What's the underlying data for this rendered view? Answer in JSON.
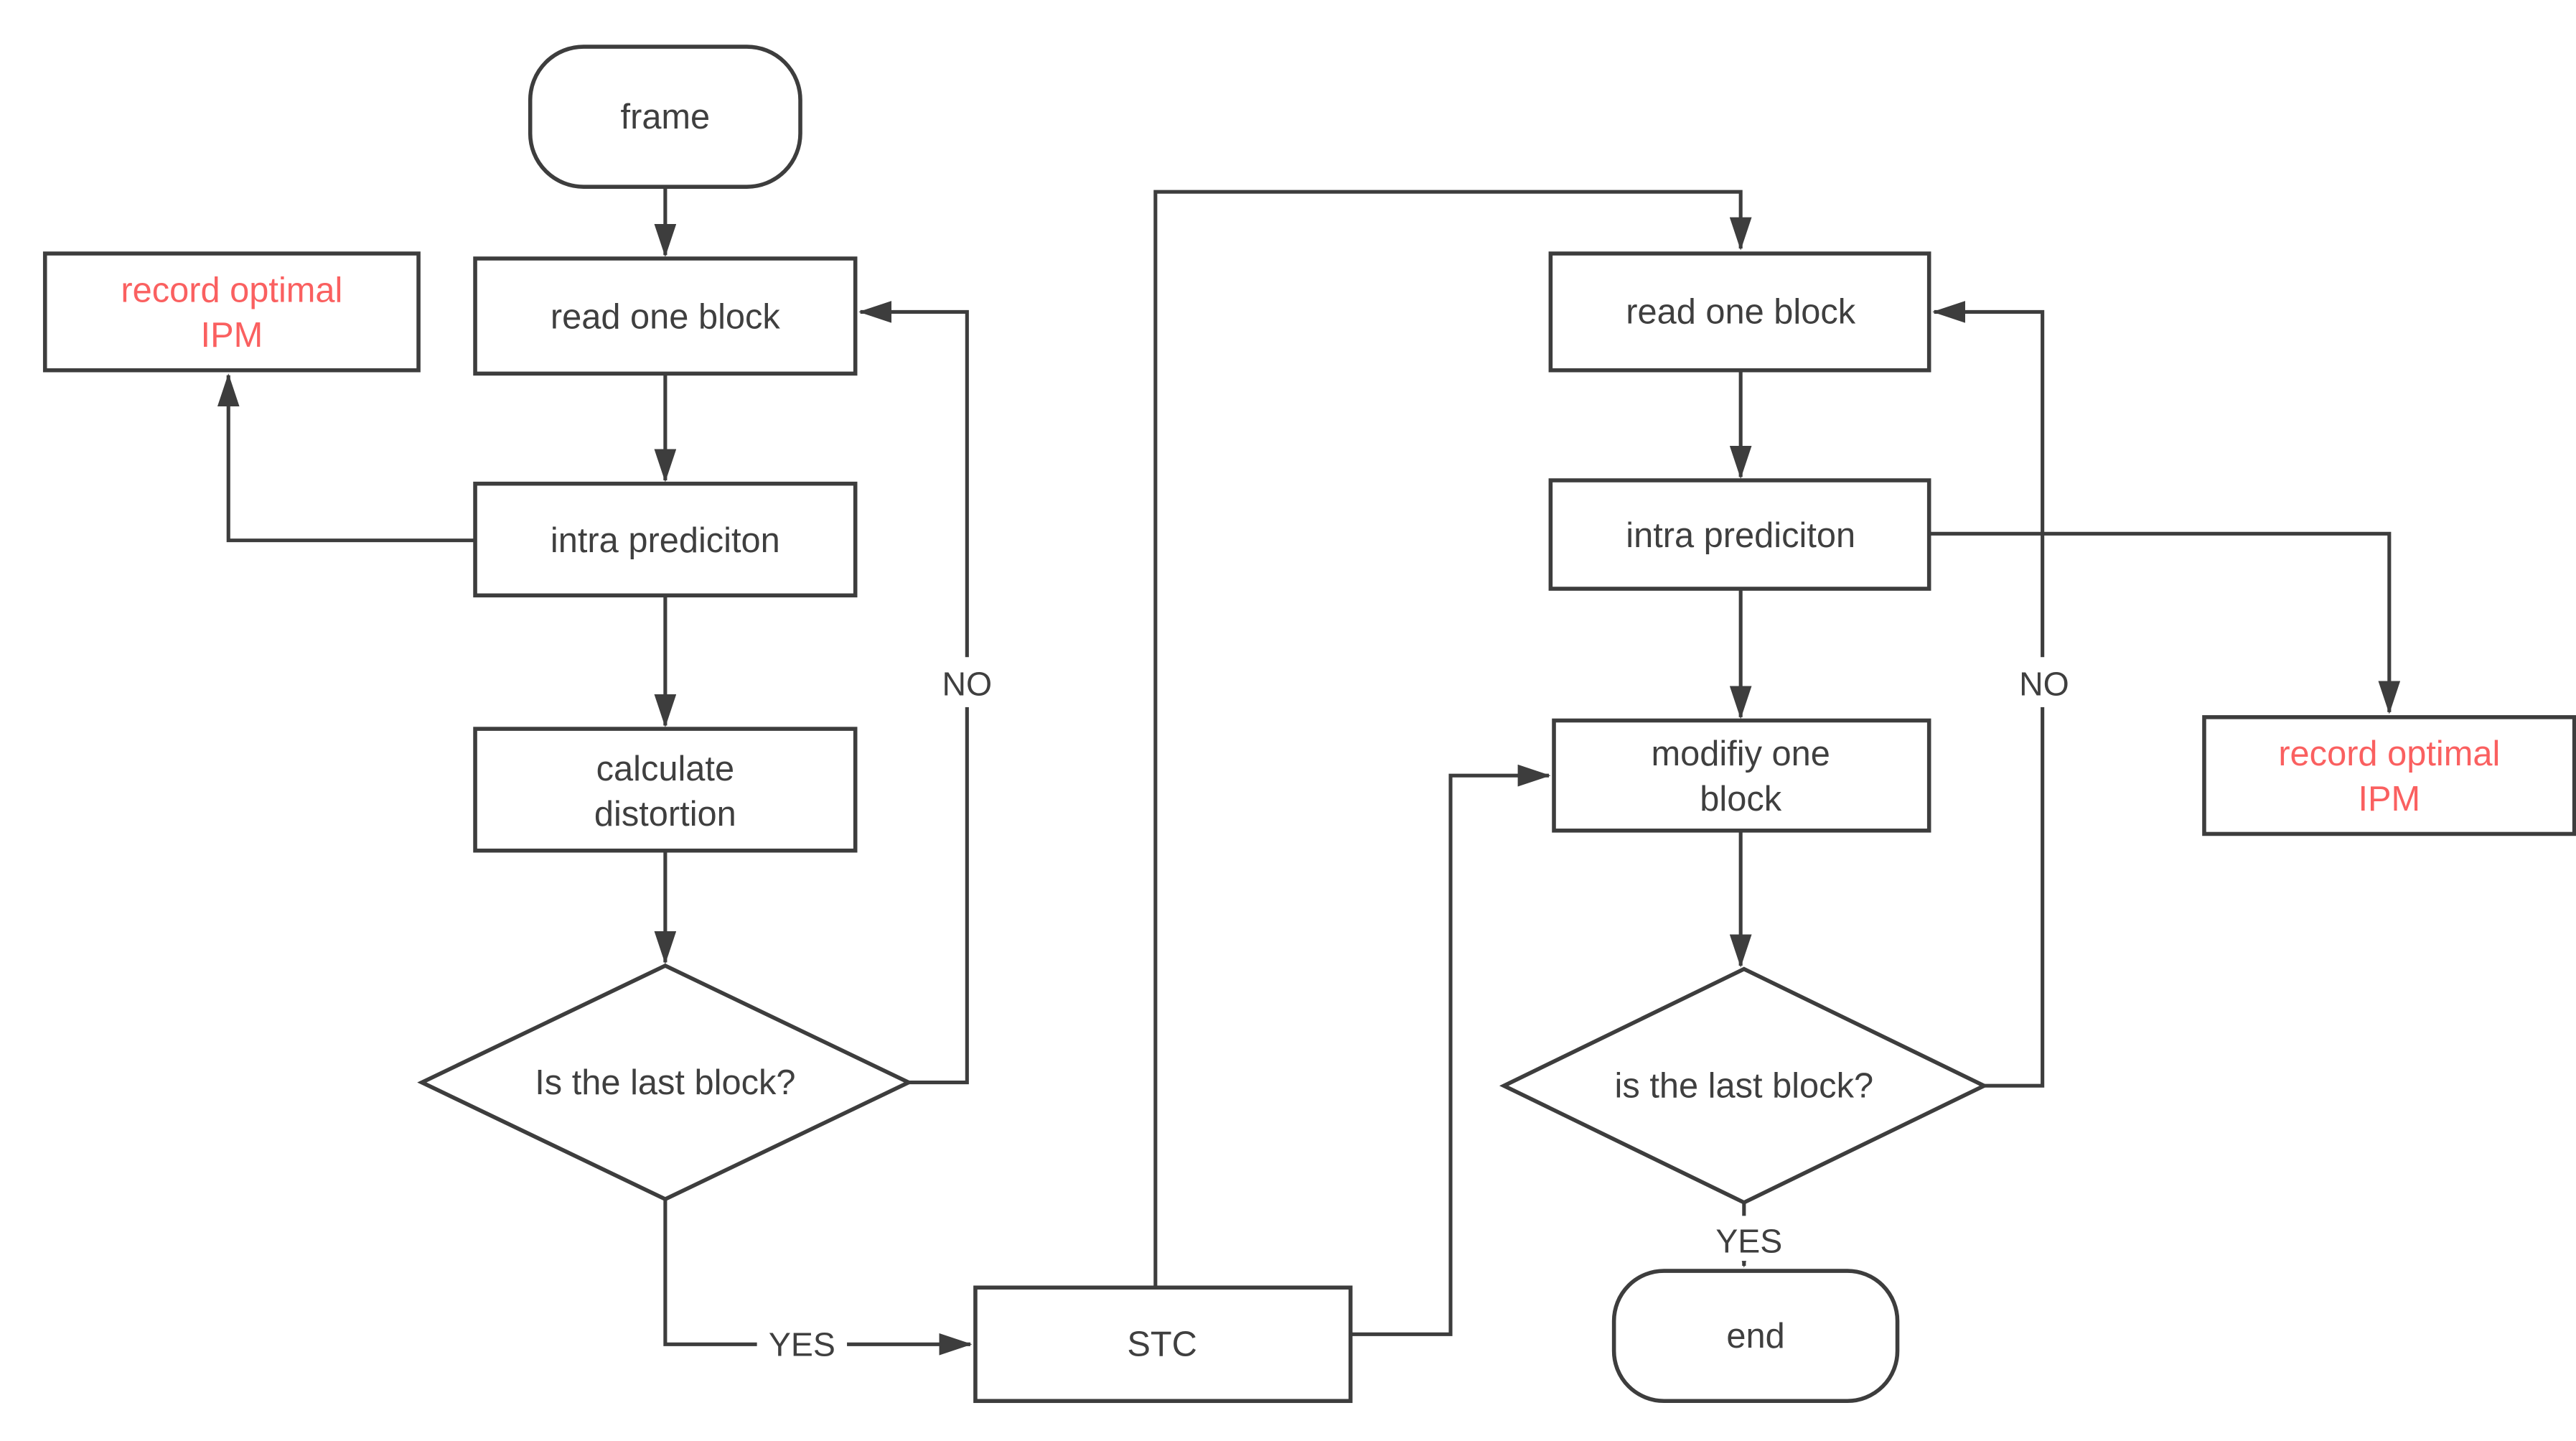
{
  "diagram": {
    "colors": {
      "bg": "#ffffff",
      "line": "#3d3d3d",
      "ink": "#3f3f3f",
      "accent": "#fa6060"
    },
    "nodes": {
      "frame": {
        "label": "frame"
      },
      "read_one_block_left": {
        "label": "read one block"
      },
      "record_optimal_ipm_left": {
        "line1": "record optimal",
        "line2": "IPM"
      },
      "intra_prediction_left": {
        "label": "intra prediciton"
      },
      "calculate_distortion": {
        "line1": "calculate",
        "line2": "distortion"
      },
      "is_last_block_left": {
        "label": "Is the last block?"
      },
      "stc": {
        "label": "STC"
      },
      "read_one_block_right": {
        "label": "read one block"
      },
      "intra_prediction_right": {
        "label": "intra prediciton"
      },
      "modify_one_block": {
        "line1": "modifiy one",
        "line2": "block"
      },
      "is_last_block_right": {
        "label": "is the last block?"
      },
      "end": {
        "label": "end"
      },
      "record_optimal_ipm_right": {
        "line1": "record optimal",
        "line2": "IPM"
      }
    },
    "edge_labels": {
      "no_left": "NO",
      "yes_left": "YES",
      "no_right": "NO",
      "yes_right": "YES"
    }
  }
}
